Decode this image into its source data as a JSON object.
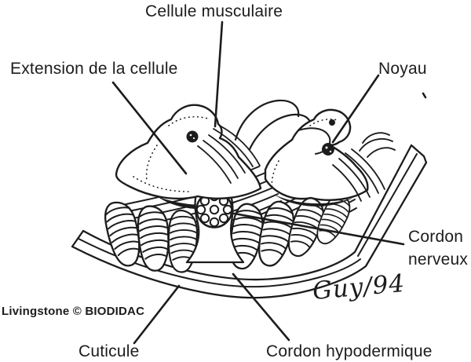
{
  "figure_subject": "body-wall muscle diagram",
  "labels": {
    "cellule_musculaire": "Cellule musculaire",
    "extension_cellule": "Extension de la cellule",
    "noyau": "Noyau",
    "cordon_nerveux_1": "Cordon",
    "cordon_nerveux_2": "nerveux",
    "cuticule": "Cuticule",
    "cordon_hypodermique": "Cordon hypodermique"
  },
  "credit": "Livingstone © BIODIDAC",
  "signature": "Guy/94",
  "colors": {
    "ink": "#1c1c1c",
    "paper": "#ffffff"
  }
}
